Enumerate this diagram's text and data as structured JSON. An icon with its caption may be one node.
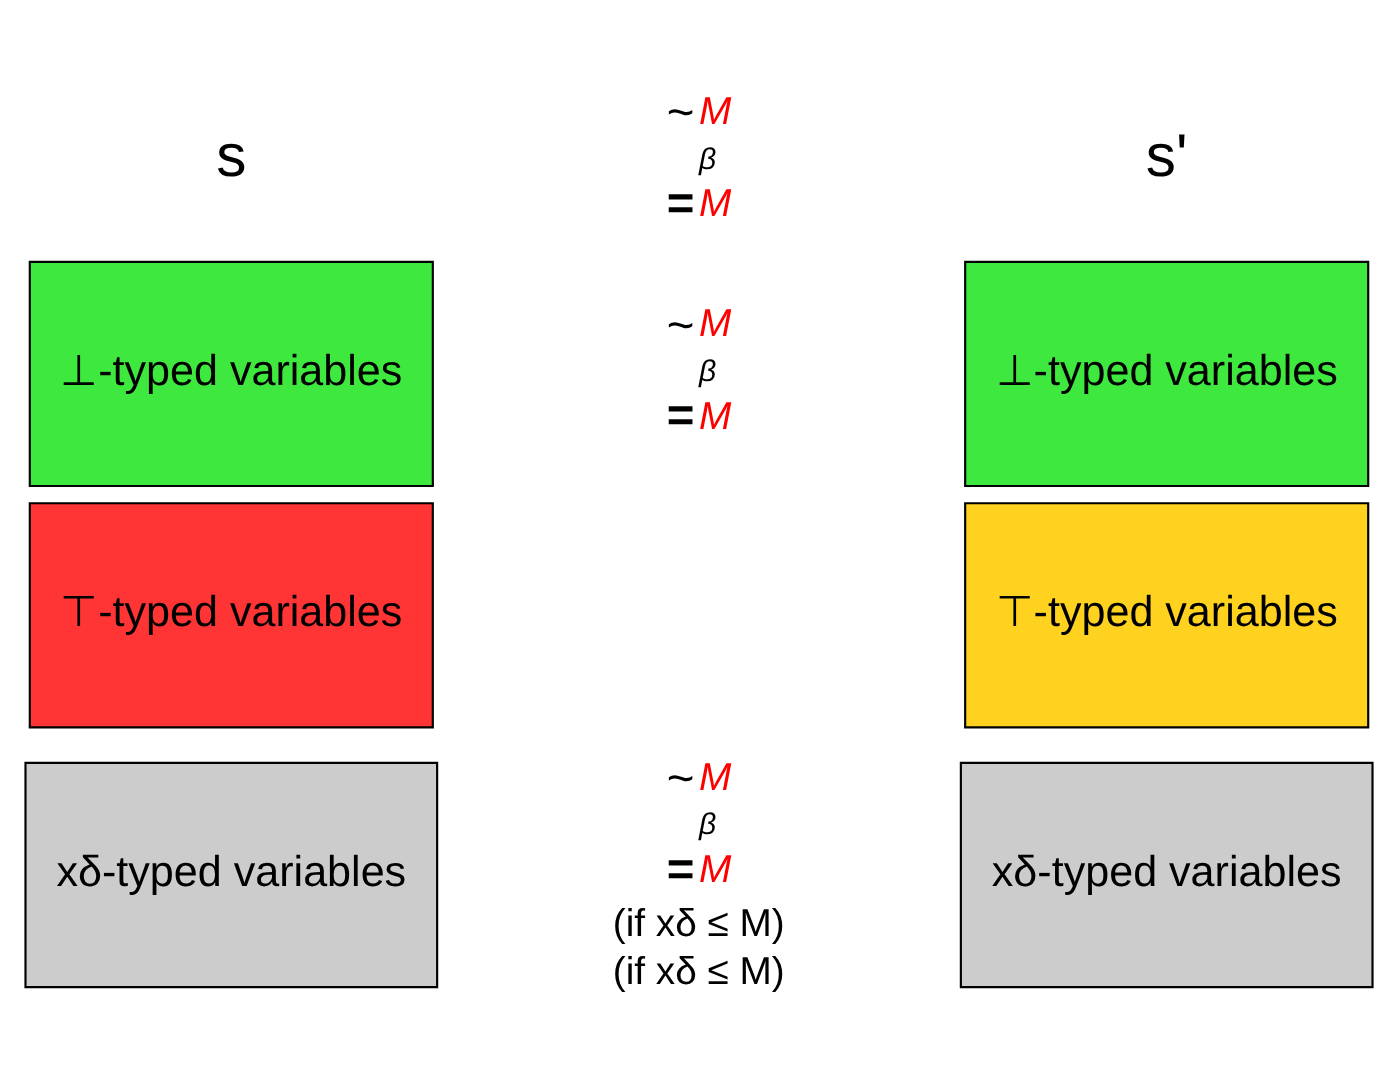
{
  "diagram": {
    "nodes": [
      {
        "text": [
          "⊥-typed variables"
        ]
      },
      {
        "text": [
          "⊤-typed variables"
        ]
      },
      {
        "text": [
          "xδ-typed variables"
        ]
      },
      {
        "text": [
          "⊥-typed variables"
        ]
      },
      {
        "text": [
          "⊤-typed variables"
        ]
      },
      {
        "text": [
          "xδ-typed variables"
        ]
      }
    ],
    "labels": [
      "s",
      "~",
      "M",
      "β",
      "=",
      "M",
      "s'",
      "~",
      "M",
      "β",
      "=",
      "M",
      "~",
      "M",
      "β",
      "=",
      "M",
      "(if xδ ≤ M)",
      "(if xδ ≤ M)"
    ]
  }
}
